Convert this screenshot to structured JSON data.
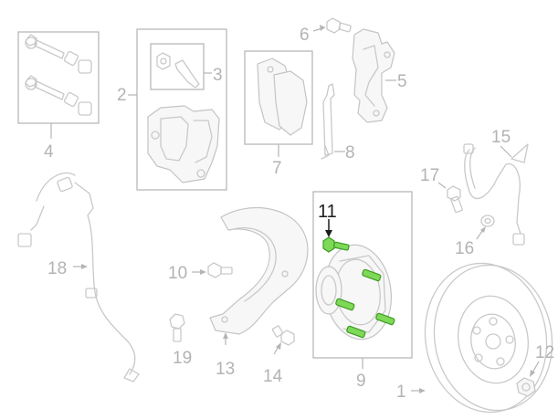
{
  "callouts": {
    "c1": "1",
    "c2": "2",
    "c3": "3",
    "c4": "4",
    "c5": "5",
    "c6": "6",
    "c7": "7",
    "c8": "8",
    "c9": "9",
    "c10": "10",
    "c11": "11",
    "c12": "12",
    "c13": "13",
    "c14": "14",
    "c15": "15",
    "c16": "16",
    "c17": "17",
    "c18": "18",
    "c19": "19"
  },
  "highlight": {
    "callout": "11",
    "color": "#7ed957",
    "label_color": "#1c1c1c"
  },
  "colors": {
    "line": "#c9c9c9",
    "callout": "#b3b3b3"
  }
}
